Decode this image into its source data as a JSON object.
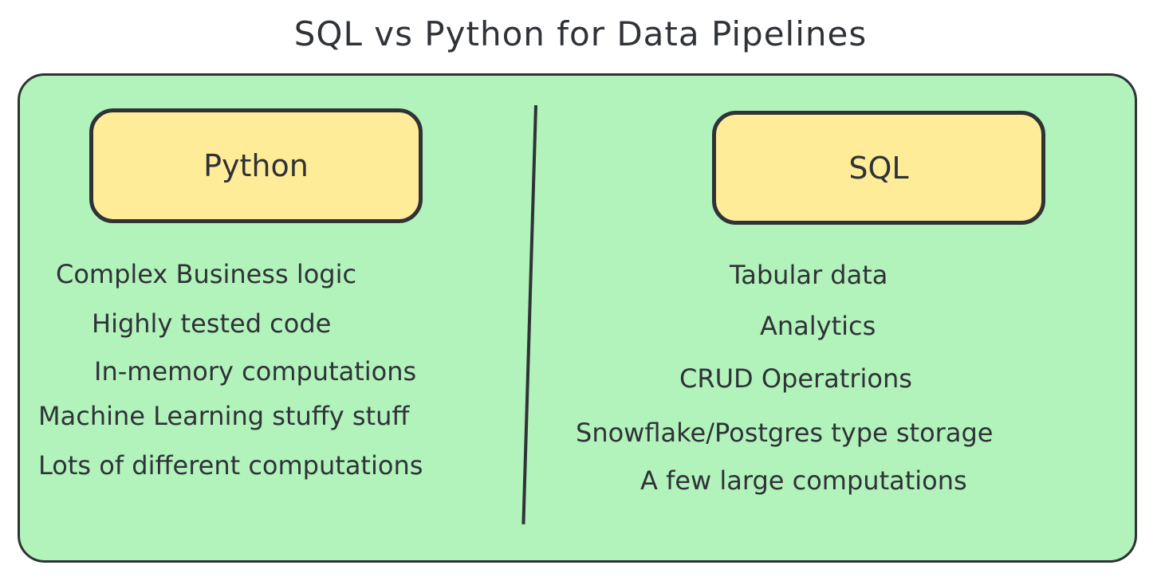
{
  "title": "SQL vs Python for Data Pipelines",
  "colors": {
    "panel": "#b2f2bb",
    "box": "#ffec99",
    "stroke": "#2f3237"
  },
  "python": {
    "label": "Python",
    "items": [
      "Complex Business logic",
      "Highly tested code",
      "In-memory computations",
      "Machine Learning stuffy stuff",
      "Lots of different computations"
    ]
  },
  "sql": {
    "label": "SQL",
    "items": [
      "Tabular data",
      "Analytics",
      "CRUD Operatrions",
      "Snowflake/Postgres type storage",
      "A few large computations"
    ]
  }
}
